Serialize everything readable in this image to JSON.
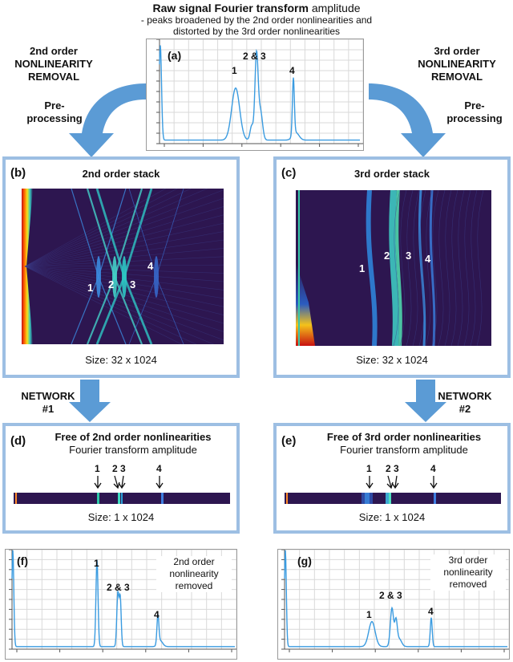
{
  "top": {
    "title_bold": "Raw signal Fourier transform",
    "title_rest": " amplitude",
    "subtitle_line1": "- peaks broadened by the 2nd order nonlinearities and",
    "subtitle_line2": "distorted by the 3rd order nonlinearities",
    "panel_label": "(a)",
    "peak_labels": [
      "1",
      "2 & 3",
      "4"
    ]
  },
  "left_side": {
    "removal_line1": "2nd order",
    "removal_line2": "NONLINEARITY",
    "removal_line3": "REMOVAL",
    "pre_line1": "Pre-",
    "pre_line2": "processing",
    "network_line1": "NETWORK",
    "network_line2": "#1"
  },
  "right_side": {
    "removal_line1": "3rd order",
    "removal_line2": "NONLINEARITY",
    "removal_line3": "REMOVAL",
    "pre_line1": "Pre-",
    "pre_line2": "processing",
    "network_line1": "NETWORK",
    "network_line2": "#2"
  },
  "panel_b": {
    "label": "(b)",
    "title": "2nd order stack",
    "size": "Size: 32 x 1024",
    "peaks": [
      "1",
      "2",
      "3",
      "4"
    ]
  },
  "panel_c": {
    "label": "(c)",
    "title": "3rd order stack",
    "size": "Size: 32 x 1024",
    "peaks": [
      "1",
      "2",
      "3",
      "4"
    ]
  },
  "panel_d": {
    "label": "(d)",
    "title": "Free of 2nd order nonlinearities",
    "subtitle": "Fourier transform amplitude",
    "size": "Size: 1 x 1024",
    "peaks": [
      "1",
      "2",
      "3",
      "4"
    ]
  },
  "panel_e": {
    "label": "(e)",
    "title": "Free of 3rd order nonlinearities",
    "subtitle": "Fourier transform amplitude",
    "size": "Size: 1 x 1024",
    "peaks": [
      "1",
      "2",
      "3",
      "4"
    ]
  },
  "panel_f": {
    "label": "(f)",
    "note_line1": "2nd order",
    "note_line2": "nonlinearity",
    "note_line3": "removed",
    "peak_labels": [
      "1",
      "2 & 3",
      "4"
    ]
  },
  "panel_g": {
    "label": "(g)",
    "note_line1": "3rd order",
    "note_line2": "nonlinearity",
    "note_line3": "removed",
    "peak_labels": [
      "1",
      "2 & 3",
      "4"
    ]
  },
  "colors": {
    "frame": "#9dbfe3",
    "arrow": "#5b9bd5",
    "trace": "#3a9be0",
    "heat_bg": "#2d1650"
  }
}
